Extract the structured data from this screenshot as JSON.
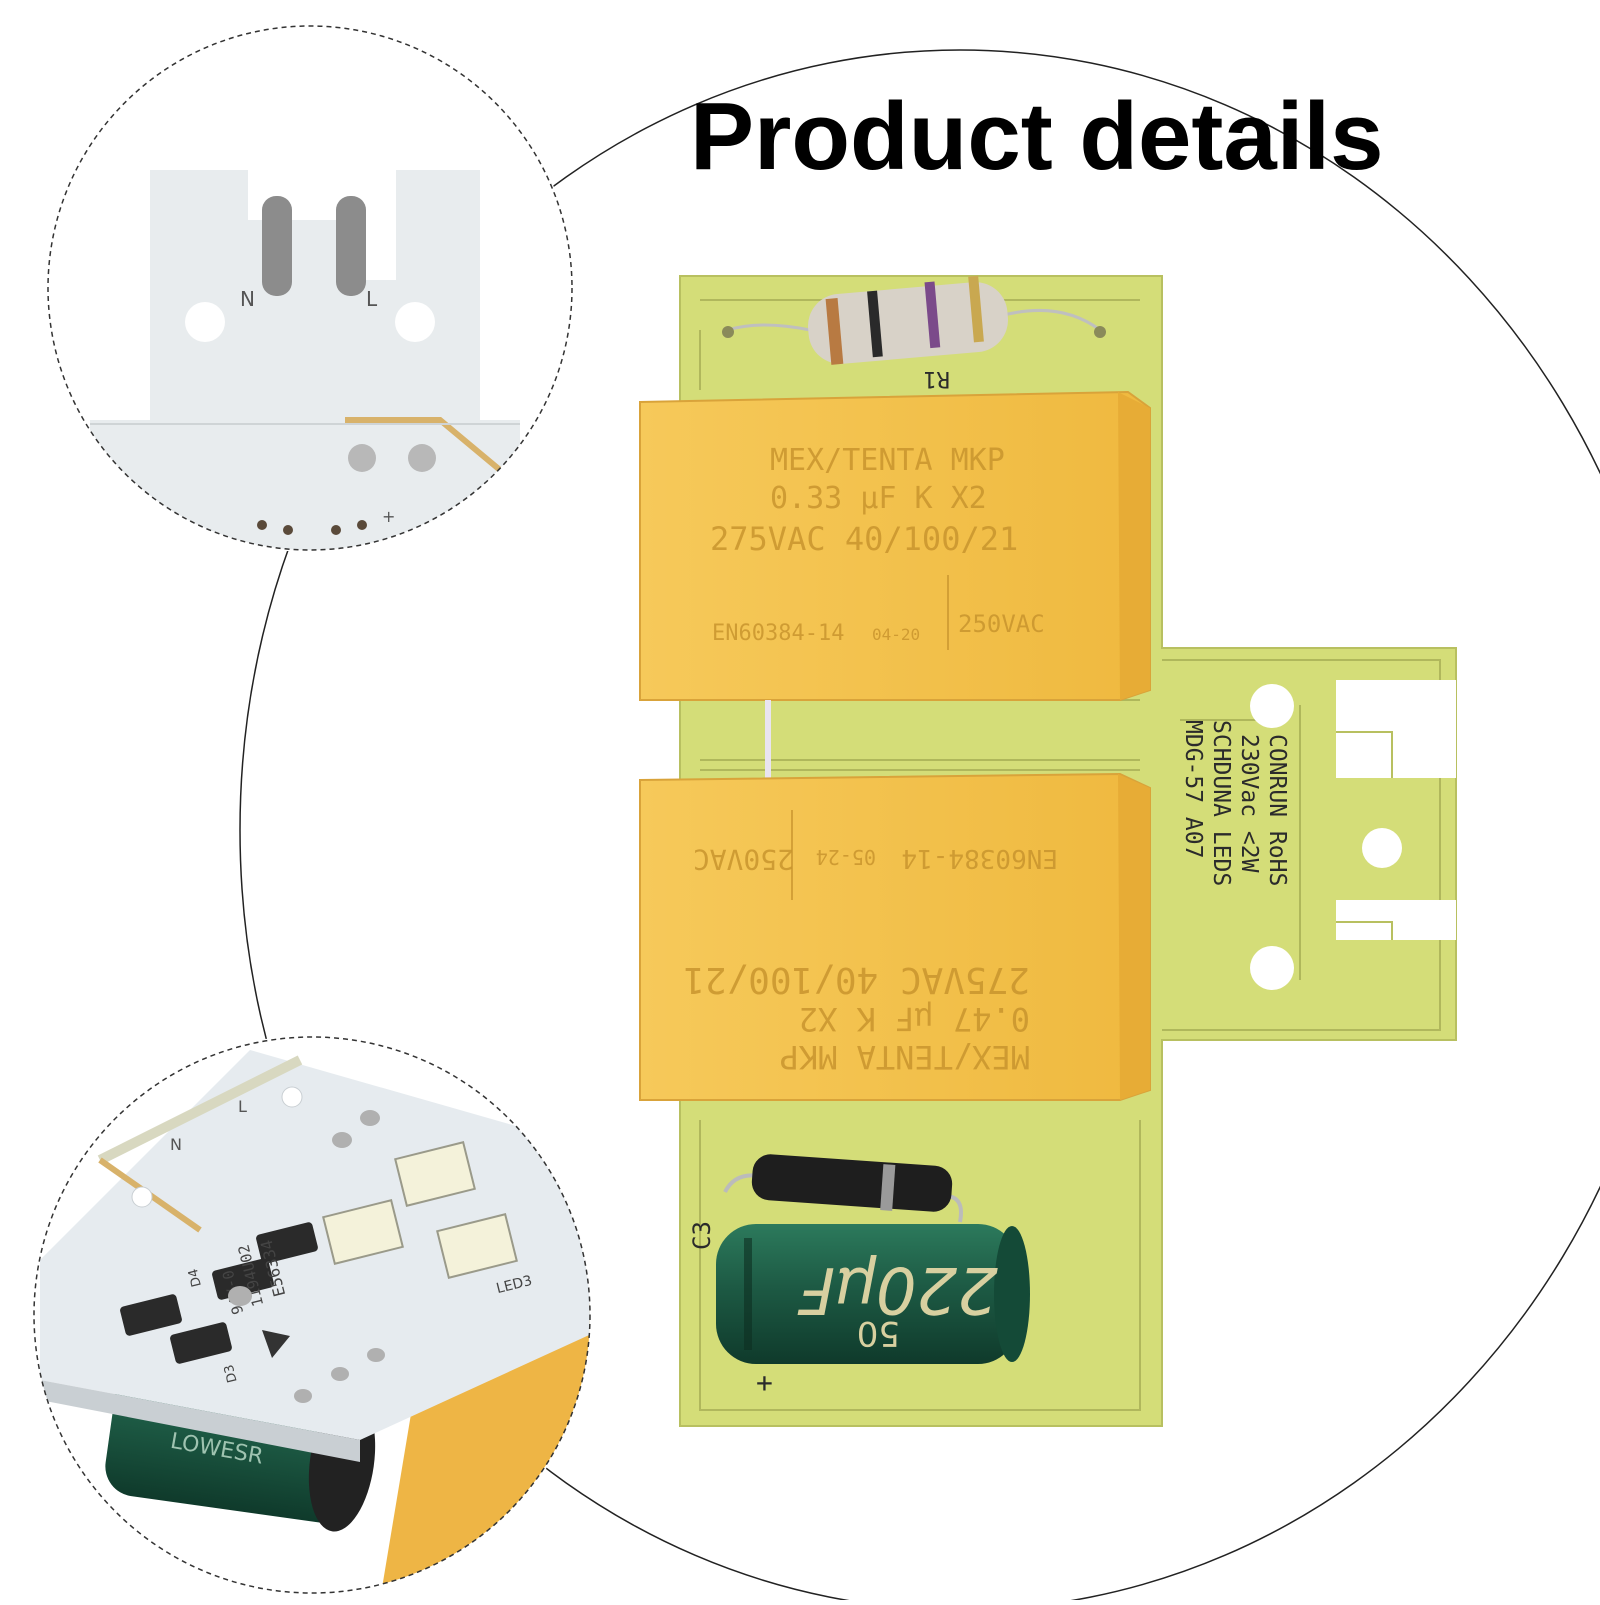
{
  "title": "Product details",
  "colors": {
    "pcb_yellow": "#d8e07a",
    "capacitor_yellow": "#f4c04d",
    "electrolytic_green": "#1f5a45",
    "white_board": "#e9eef2"
  },
  "main_board": {
    "resistor_label": "R1",
    "cap_top": {
      "line1": "MEX/TENTA MKP",
      "line2": "0.33 µF K X2",
      "line3": "275VAC  40/100/21",
      "line4": "EN60384-14",
      "code": "04-20",
      "rating": "250VAC"
    },
    "cap_bottom": {
      "line1": "MEX/TENTA MKP",
      "line2": "0.47 µF K X2",
      "line3": "275VAC 40/100/21",
      "line4": "EN60384-14",
      "code": "05-24",
      "rating": "250VAC"
    },
    "silkscreen": [
      "CONRUN RoHS",
      "230Vac <2W",
      "SCHDUNA LEDS",
      "MDG-57 A07"
    ],
    "electrolytic": {
      "value": "220µF",
      "voltage": "50",
      "designator": "C3",
      "plus": "+"
    }
  },
  "inset_top": {
    "pad_left": "N",
    "pad_right": "L",
    "plus": "+"
  },
  "inset_bottom": {
    "pad_left": "N",
    "pad_right": "L",
    "labels": [
      "LED3",
      "D3",
      "D4",
      "E56334",
      "1194U02",
      "94V-0"
    ],
    "cap_brand": "LOWESR"
  }
}
